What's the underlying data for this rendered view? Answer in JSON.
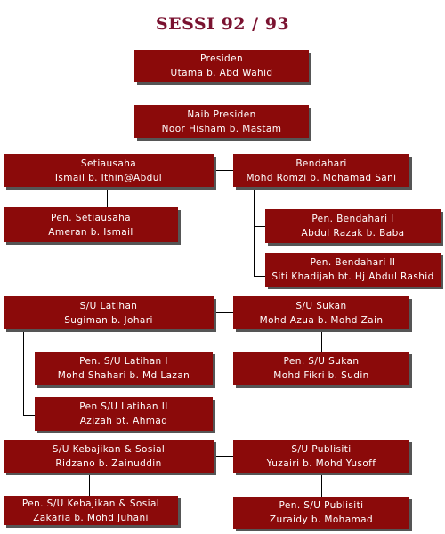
{
  "title": "SESSI 92 / 93",
  "president": {
    "role": "Presiden",
    "name": "Utama b. Abd Wahid"
  },
  "vice_president": {
    "role": "Naib Presiden",
    "name": "Noor Hisham b. Mastam"
  },
  "secretary": {
    "role": "Setiausaha",
    "name": "Ismail b. Ithin@Abdul"
  },
  "asst_secretary": {
    "role": "Pen. Setiausaha",
    "name": "Ameran b. Ismail"
  },
  "treasurer": {
    "role": "Bendahari",
    "name": "Mohd Romzi b. Mohamad Sani"
  },
  "asst_treasurer_1": {
    "role": "Pen. Bendahari I",
    "name": "Abdul Razak b. Baba"
  },
  "asst_treasurer_2": {
    "role": "Pen. Bendahari II",
    "name": "Siti Khadijah bt. Hj Abdul Rashid"
  },
  "training_secretary": {
    "role": "S/U Latihan",
    "name": "Sugiman b. Johari"
  },
  "asst_training_1": {
    "role": "Pen. S/U Latihan I",
    "name": "Mohd Shahari b. Md Lazan"
  },
  "asst_training_2": {
    "role": "Pen S/U Latihan II",
    "name": "Azizah bt. Ahmad"
  },
  "sports_secretary": {
    "role": "S/U Sukan",
    "name": "Mohd Azua b. Mohd Zain"
  },
  "asst_sports": {
    "role": "Pen. S/U Sukan",
    "name": "Mohd Fikri b. Sudin"
  },
  "welfare_secretary": {
    "role": "S/U Kebajikan & Sosial",
    "name": "Ridzano b. Zainuddin"
  },
  "asst_welfare": {
    "role": "Pen. S/U Kebajikan & Sosial",
    "name": "Zakaria b. Mohd Juhani"
  },
  "publicity_secretary": {
    "role": "S/U Publisiti",
    "name": "Yuzairi b. Mohd Yusoff"
  },
  "asst_publicity": {
    "role": "Pen. S/U Publisiti",
    "name": "Zuraidy b. Mohamad"
  }
}
